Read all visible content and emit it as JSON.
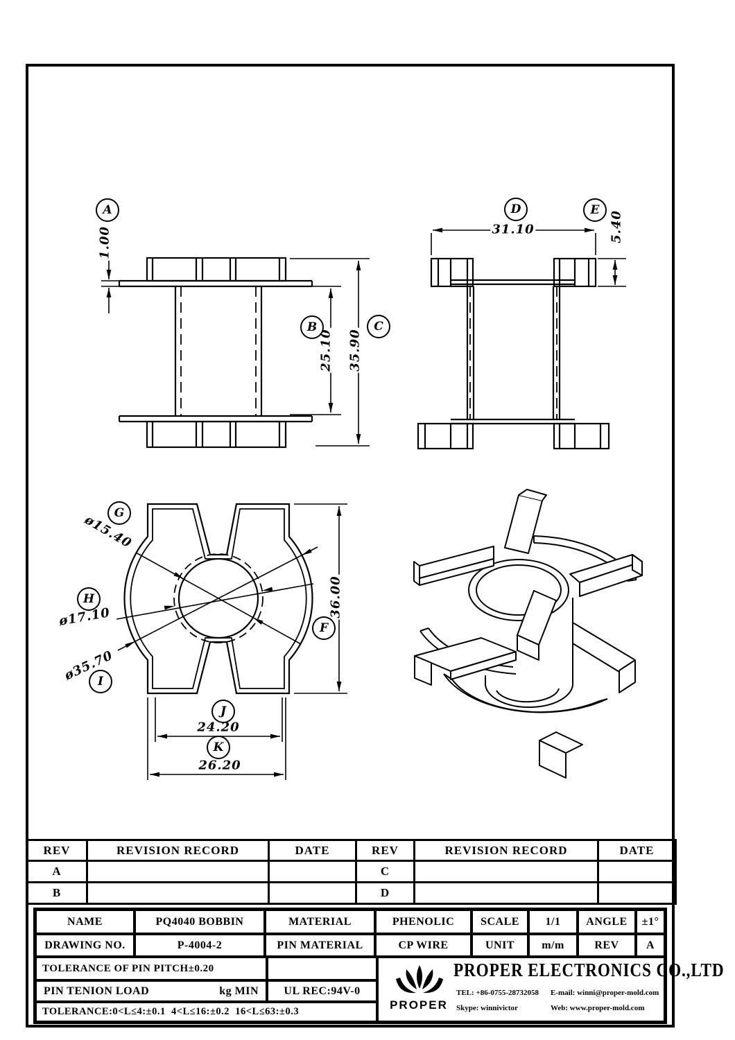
{
  "views": {
    "front": {
      "label_a": "A",
      "dim_a": "1.00",
      "label_b": "B",
      "dim_b": "25.10",
      "label_c": "C",
      "dim_c": "35.90"
    },
    "side": {
      "label_d": "D",
      "dim_d": "31.10",
      "label_e": "E",
      "dim_e": "5.40"
    },
    "top": {
      "label_g": "G",
      "dim_g": "ø15.40",
      "label_h": "H",
      "dim_h": "ø17.10",
      "label_i": "I",
      "dim_i": "ø35.70",
      "label_f": "F",
      "dim_f": "36.00",
      "label_j": "J",
      "dim_j": "24.20",
      "label_k": "K",
      "dim_k": "26.20"
    }
  },
  "revision_table": {
    "headers": [
      "REV",
      "REVISION RECORD",
      "DATE",
      "REV",
      "REVISION RECORD",
      "DATE"
    ],
    "rows": [
      {
        "left_rev": "A",
        "right_rev": "C"
      },
      {
        "left_rev": "B",
        "right_rev": "D"
      }
    ]
  },
  "title_block": {
    "name_label": "NAME",
    "name_value": "PQ4040 BOBBIN",
    "material_label": "MATERIAL",
    "material_value": "PHENOLIC",
    "scale_label": "SCALE",
    "scale_value": "1/1",
    "angle_label": "ANGLE",
    "angle_value": "±1°",
    "drawing_no_label": "DRAWING NO.",
    "drawing_no_value": "P-4004-2",
    "pin_material_label": "PIN MATERIAL",
    "pin_material_value": "CP WIRE",
    "unit_label": "UNIT",
    "unit_value": "m/m",
    "rev_label": "REV",
    "rev_value": "A",
    "pin_pitch_tolerance": "TOLERANCE OF PIN PITCH±0.20",
    "pin_tension_label": "PIN TENION LOAD",
    "pin_tension_unit": "kg MIN",
    "ul_rec": "UL REC:94V-0",
    "length_tolerance": "TOLERANCE:0<L≤4:±0.1  4<L≤16:±0.2  16<L≤63:±0.3"
  },
  "company": {
    "wordmark": "PROPER",
    "name": "PROPER ELECTRONICS CO.,LTD",
    "tel": "TEL: +86-0755-28732058",
    "email": "E-mail: winni@proper-mold.com",
    "skype": "Skype: winnivictor",
    "web": "Web: www.proper-mold.com"
  }
}
